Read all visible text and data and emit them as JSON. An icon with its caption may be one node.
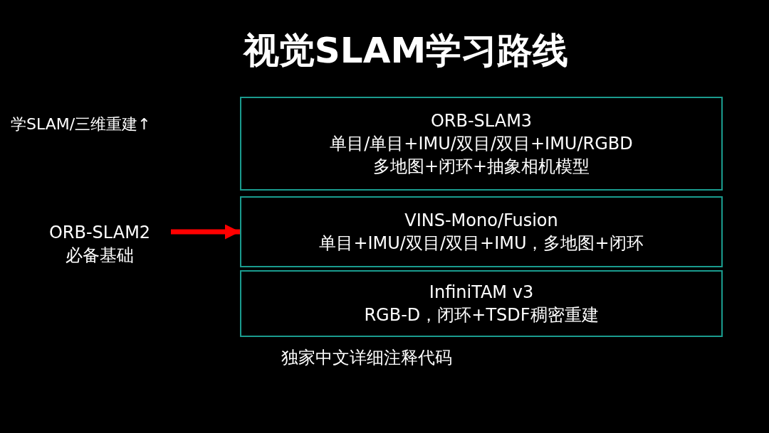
{
  "diagram": {
    "title": "视觉SLAM学习路线",
    "nodes": [
      {
        "text": [
          "ORB-SLAM3",
          "单目/单目+IMU/双目/双目+IMU/RGBD",
          "多地图+闭环+抽象相机模型"
        ]
      },
      {
        "text": [
          "VINS-Mono/Fusion",
          "单目+IMU/双目/双目+IMU，多地图+闭环"
        ]
      },
      {
        "text": [
          "InfiniTAM v3",
          "RGB-D，闭环+TSDF稠密重建"
        ]
      },
      {
        "text": [
          "ORB-SLAM2",
          "必备基础"
        ]
      }
    ],
    "edges": [
      {
        "from": 3,
        "to": 1,
        "arrow": "to"
      }
    ],
    "labels": [
      "学SLAM/三维重建↑",
      "独家中文详细注释代码"
    ]
  }
}
